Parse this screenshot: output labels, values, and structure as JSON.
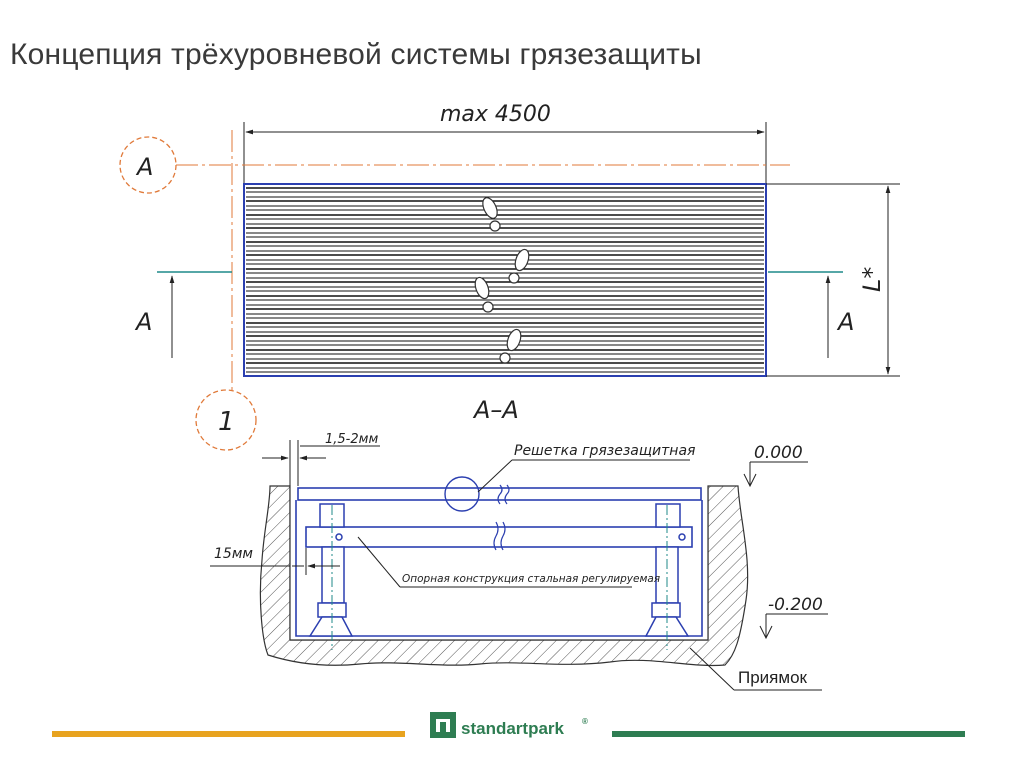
{
  "title": "Концепция трёхуровневой системы грязезащиты",
  "drawing": {
    "max_dim": "max 4500",
    "section_letter": "A",
    "marker_one": "1",
    "length_dim": "L*",
    "section_title": "A–A",
    "gap_dim": "1,5-2мм",
    "side_dim": "15мм",
    "grate_label": "Решетка грязезащитная",
    "level_top": "0.000",
    "level_bottom": "-0.200",
    "support_label": "Опорная конструкция стальная регулируемая",
    "pit_label": "Приямок"
  },
  "footer": {
    "brand": "standartpark",
    "brand_mark": "®"
  },
  "colors": {
    "blue": "#2b3fb0",
    "orange": "#e07a3a",
    "teal": "#1f8a8a",
    "footer_orange": "#e8a31f",
    "footer_green": "#2e7d52"
  }
}
